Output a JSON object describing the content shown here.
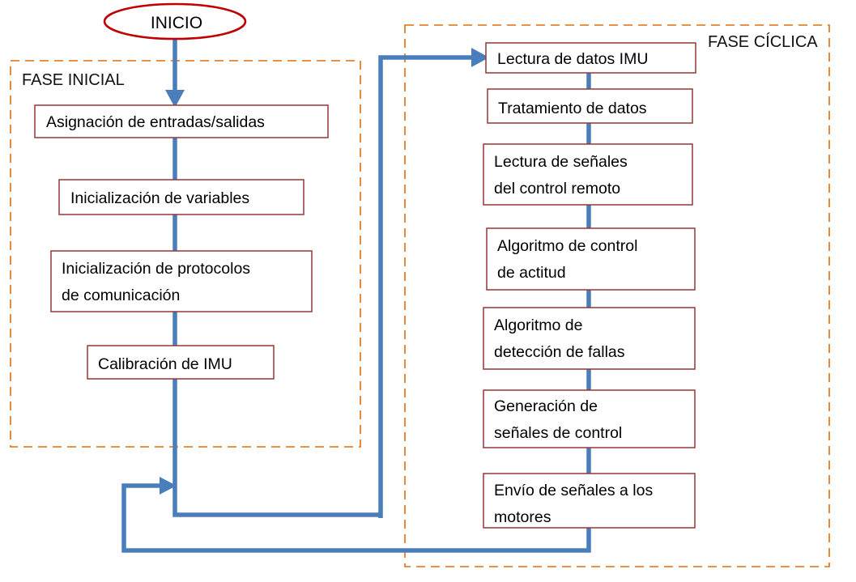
{
  "diagram": {
    "title_text": "INICIO",
    "start_node": {
      "label": "INICIO",
      "shape": "ellipse",
      "stroke_color": "#C00000"
    },
    "groups": [
      {
        "id": "fase-inicial",
        "label": "FASE INICIAL",
        "stroke_color": "#E36C0A",
        "style": "dashed"
      },
      {
        "id": "fase-ciclica",
        "label": "FASE CÍCLICA",
        "stroke_color": "#E36C0A",
        "style": "dashed"
      }
    ],
    "initial_phase_steps": [
      {
        "id": "asignacion",
        "line1": "Asignación de entradas/salidas",
        "line2": ""
      },
      {
        "id": "inicializacion-variables",
        "line1": "Inicialización de variables",
        "line2": ""
      },
      {
        "id": "inicializacion-protocolos",
        "line1": "Inicialización de protocolos",
        "line2": "de comunicación"
      },
      {
        "id": "calibracion-imu",
        "line1": "Calibración de IMU",
        "line2": ""
      }
    ],
    "cyclic_phase_steps": [
      {
        "id": "lectura-datos-imu",
        "line1": "Lectura de datos IMU",
        "line2": ""
      },
      {
        "id": "tratamiento-datos",
        "line1": "Tratamiento de datos",
        "line2": ""
      },
      {
        "id": "lectura-senales-control-remoto",
        "line1": "Lectura de señales",
        "line2": "del control remoto"
      },
      {
        "id": "algoritmo-control-actitud",
        "line1": "Algoritmo de control",
        "line2": "de actitud"
      },
      {
        "id": "algoritmo-deteccion-fallas",
        "line1": "Algoritmo de",
        "line2": "detección de fallas"
      },
      {
        "id": "generacion-senales-control",
        "line1": "Generación de",
        "line2": "señales de control"
      },
      {
        "id": "envio-senales-motores",
        "line1": "Envío de señales a los",
        "line2": "motores"
      }
    ],
    "colors": {
      "connector": "#4A7EBB",
      "box_border": "#953735",
      "group_border": "#E36C0A",
      "start_border": "#C00000",
      "text": "#000000",
      "background": "#FFFFFF"
    }
  }
}
